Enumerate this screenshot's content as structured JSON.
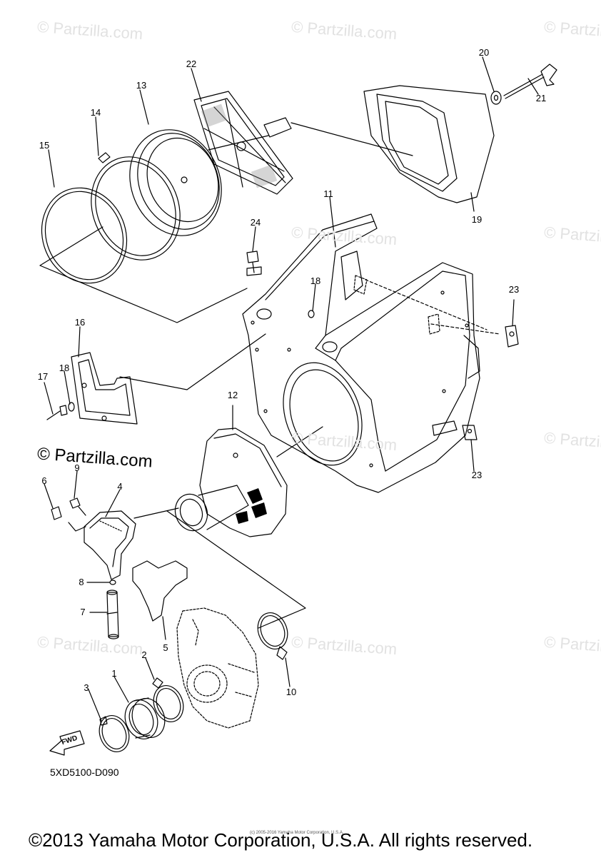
{
  "watermark": "© Partzilla.com",
  "parts": {
    "p1": "1",
    "p2": "2",
    "p3": "3",
    "p4": "4",
    "p5": "5",
    "p6": "6",
    "p7": "7",
    "p8": "8",
    "p9": "9",
    "p10": "10",
    "p11": "11",
    "p12": "12",
    "p13": "13",
    "p14": "14",
    "p15": "15",
    "p16": "16",
    "p17": "17",
    "p18": "18",
    "p19": "19",
    "p20": "20",
    "p21": "21",
    "p22": "22",
    "p23": "23",
    "p24": "24"
  },
  "fwd_label": "FWD",
  "diagram_code": "5XD5100-D090",
  "small_copyright": "(c) 2005-2016 Yamaha Motor Corporation, U.S.A.",
  "copyright": "©2013 Yamaha Motor Corporation, U.S.A. All rights reserved."
}
